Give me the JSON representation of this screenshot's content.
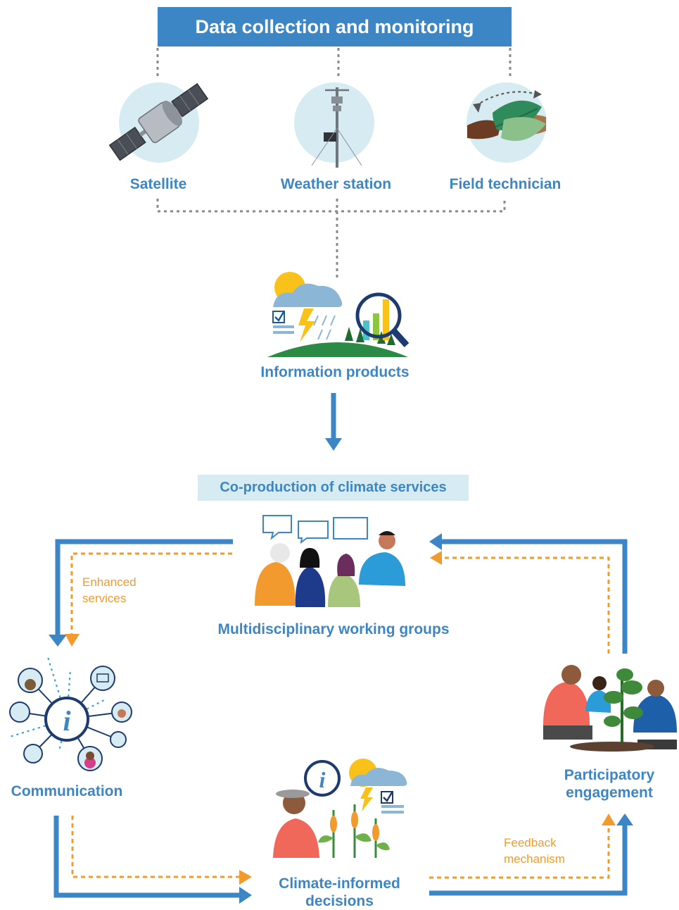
{
  "header": {
    "title": "Data collection and monitoring"
  },
  "sources": {
    "satellite": "Satellite",
    "weather_station": "Weather station",
    "field_technician": "Field technician"
  },
  "information_products": "Information products",
  "coproduction": "Co-production of climate services",
  "working_groups": "Multidisciplinary working groups",
  "communication": "Communication",
  "participatory": {
    "line1": "Participatory",
    "line2": "engagement"
  },
  "decisions": {
    "line1": "Climate-informed",
    "line2": "decisions"
  },
  "enhanced": {
    "line1": "Enhanced",
    "line2": "services"
  },
  "feedback": {
    "line1": "Feedback",
    "line2": "mechanism"
  },
  "colors": {
    "primary_blue": "#3d86c6",
    "accent_orange": "#f29a2e",
    "light_blue": "#d7ecf2",
    "connector_grey": "#8a8a8a"
  },
  "icons": [
    "satellite-icon",
    "weather-station-icon",
    "hands-leaf-icon",
    "weather-chart-icon",
    "people-discussion-icon",
    "communication-hub-icon",
    "farmer-crops-icon",
    "farmers-field-icon"
  ]
}
